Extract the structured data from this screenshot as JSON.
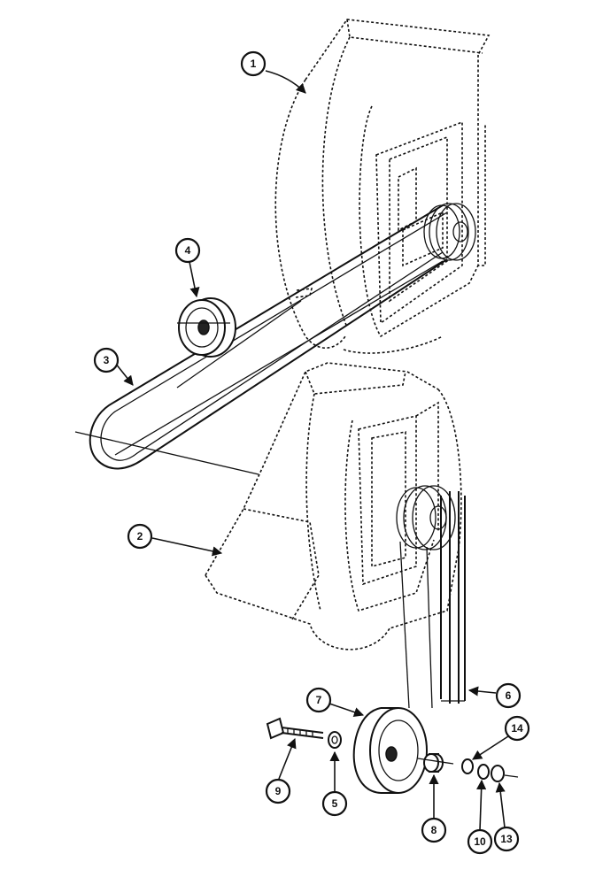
{
  "callouts": [
    {
      "id": "c1",
      "label": "1"
    },
    {
      "id": "c2",
      "label": "2"
    },
    {
      "id": "c3",
      "label": "3"
    },
    {
      "id": "c4",
      "label": "4"
    },
    {
      "id": "c5",
      "label": "5"
    },
    {
      "id": "c6",
      "label": "6"
    },
    {
      "id": "c7",
      "label": "7"
    },
    {
      "id": "c8",
      "label": "8"
    },
    {
      "id": "c9",
      "label": "9"
    },
    {
      "id": "c10",
      "label": "10"
    },
    {
      "id": "c13",
      "label": "13"
    },
    {
      "id": "c14",
      "label": "14"
    }
  ]
}
